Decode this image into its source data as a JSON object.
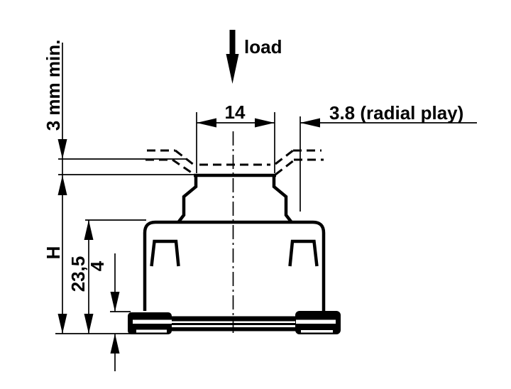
{
  "drawing": {
    "background": "#ffffff",
    "line_color": "#000000",
    "labels": {
      "load": "load",
      "top_width": "14",
      "radial_play": "3.8 (radial play)",
      "panel_clearance": "3 mm min.",
      "overall_height": "H",
      "body_height": "23,5",
      "base_height": "4"
    }
  }
}
